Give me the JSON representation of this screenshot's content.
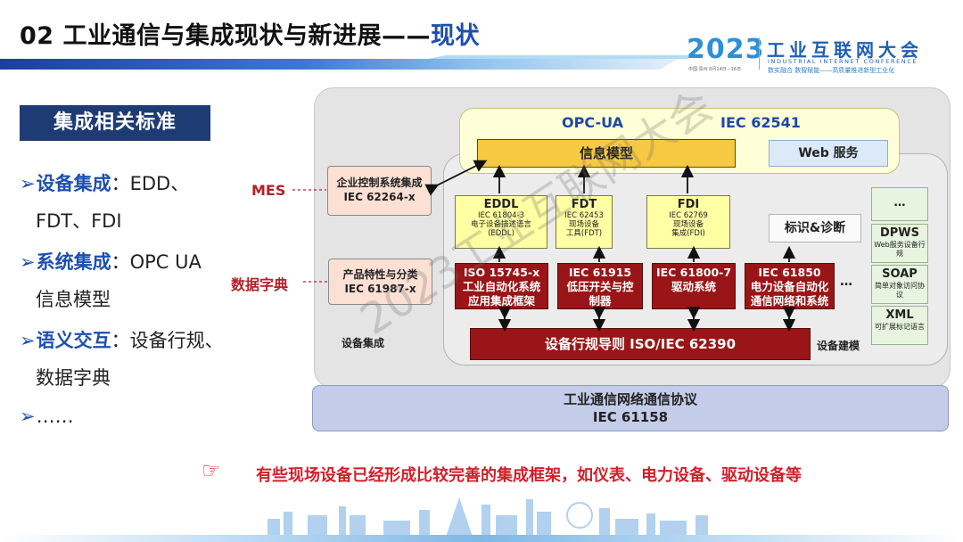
{
  "header": {
    "title_main": "02 工业通信与集成现状与新进展——",
    "title_accent": "现状"
  },
  "logo": {
    "year": "2023",
    "sub": "中国·贵州  8月14日—16日",
    "name": "工业互联网大会",
    "name_en": "INDUSTRIAL INTERNET CONFERENCE",
    "slogan": "数实融合  数智赋能——高质量推进新型工业化"
  },
  "left_panel": {
    "section_title": "集成相关标准",
    "bullets": [
      {
        "arrow": "➢",
        "keyword": "设备集成",
        "text": "：EDD、",
        "cont": "FDT、FDI"
      },
      {
        "arrow": "➢",
        "keyword": "系统集成",
        "text": "：OPC UA",
        "cont": "信息模型"
      },
      {
        "arrow": "➢",
        "keyword": "语义交互",
        "text": "：设备行规、",
        "cont": "数据字典"
      },
      {
        "arrow": "➢",
        "keyword": "",
        "text": "……",
        "cont": ""
      }
    ]
  },
  "diagram": {
    "opcua_label": "OPC-UA",
    "opcua_std": "IEC 62541",
    "info_model": "信息模型",
    "web_service": "Web 服务",
    "enterprise": {
      "line1": "企业控制系统集成",
      "line2": "IEC 62264-x"
    },
    "product": {
      "line1": "产品特性与分类",
      "line2": "IEC 61987-x"
    },
    "mes_label": "MES",
    "dict_label": "数据字典",
    "eddl": {
      "title": "EDDL",
      "line1": "IEC 61804-3",
      "line2": "电子设备描述语言",
      "line3": "(EDDL)"
    },
    "fdt": {
      "title": "FDT",
      "line1": "IEC 62453",
      "line2": "现场设备",
      "line3": "工具(FDT)"
    },
    "fdi": {
      "title": "FDI",
      "line1": "IEC 62769",
      "line2": "现场设备",
      "line3": "集成(FDI)"
    },
    "diag": "标识&诊断",
    "green": [
      {
        "title": "…",
        "sub": ""
      },
      {
        "title": "DPWS",
        "sub": "Web服务设备行规"
      },
      {
        "title": "SOAP",
        "sub": "简单对象访问协议"
      },
      {
        "title": "XML",
        "sub": "可扩展标记语言"
      }
    ],
    "red_row": [
      {
        "line1": "ISO 15745-x",
        "line2": "工业自动化系统",
        "line3": "应用集成框架"
      },
      {
        "line1": "IEC 61915",
        "line2": "低压开关与控",
        "line3": "制器"
      },
      {
        "line1": "IEC 61800-7",
        "line2": "驱动系统",
        "line3": ""
      },
      {
        "line1": "IEC 61850",
        "line2": "电力设备自动化",
        "line3": "通信网络和系统"
      }
    ],
    "row_dots": "…",
    "profile_bar": "设备行规导则  ISO/IEC 62390",
    "cap_integration": "设备集成",
    "cap_modeling": "设备建模",
    "protocol_line1": "工业通信网络通信协议",
    "protocol_line2": "IEC 61158"
  },
  "callout": {
    "pointer": "☞",
    "text": "有些现场设备已经形成比较完善的集成框架，如仪表、电力设备、驱动设备等"
  },
  "watermark": "2023工业互联网大会",
  "colors": {
    "brand_blue": "#1d4fb0",
    "accent_red": "#d21f2a",
    "dark_red": "#9a1517",
    "section_navy": "#1f3b73"
  }
}
